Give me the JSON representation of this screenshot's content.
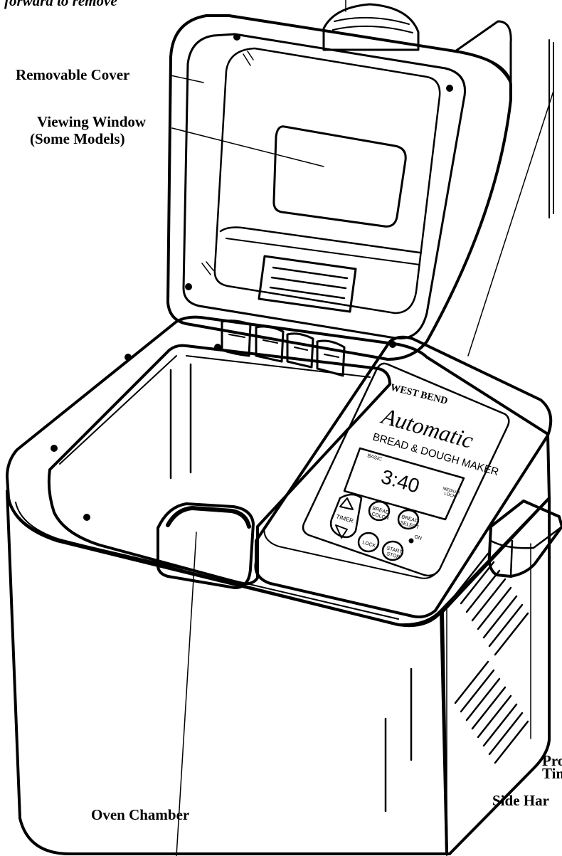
{
  "labels": {
    "top_note": "forward to remove",
    "removable_cover": "Removable Cover",
    "viewing_window_line1": "Viewing Window",
    "viewing_window_line2": "(Some Models)",
    "oven_chamber": "Oven Chamber",
    "side_handle": "Side Har",
    "right_label_line1": "Pro",
    "right_label_line2": "Tim"
  },
  "panel": {
    "brand": "WEST BEND",
    "script_name": "Automatic",
    "product_name": "BREAD & DOUGH MAKER",
    "display_time": "3:40",
    "display_left": "BASIC",
    "display_right_1": "MEDIUM",
    "display_right_2": "LOCK",
    "buttons": {
      "timer": "TIMER",
      "bread_color_1": "BREAD",
      "bread_color_2": "COLOR",
      "bread_select_1": "BREAD",
      "bread_select_2": "SELECT",
      "lock": "LOCK",
      "start_stop_1": "START",
      "start_stop_2": "STOP",
      "on": "ON"
    }
  }
}
